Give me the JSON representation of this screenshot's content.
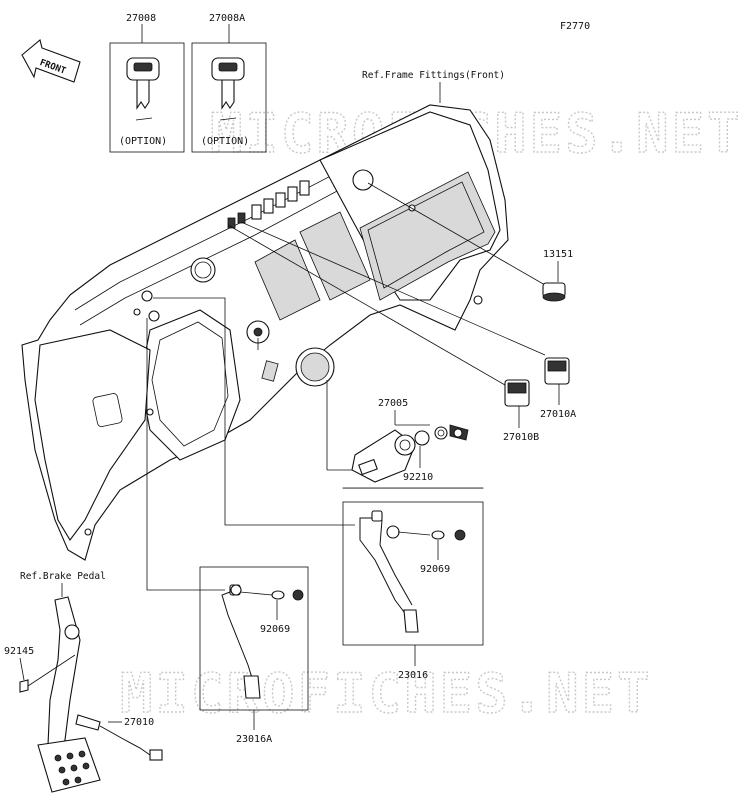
{
  "figure_code": "F2770",
  "front_label": "FRONT",
  "watermark": "MICROFICHES.NET",
  "references": {
    "frame_fittings": "Ref.Frame Fittings(Front)",
    "brake_pedal": "Ref.Brake Pedal"
  },
  "key_boxes": [
    {
      "part": "27008",
      "note": "(OPTION)"
    },
    {
      "part": "27008A",
      "note": "(OPTION)"
    }
  ],
  "callouts": {
    "p13151": "13151",
    "p27010A": "27010A",
    "p27010B": "27010B",
    "p27005": "27005",
    "p92210": "92210",
    "p92069_right": "92069",
    "p23016": "23016",
    "p92069_left": "92069",
    "p23016A": "23016A",
    "p92145": "92145",
    "p27010": "27010"
  },
  "colors": {
    "line": "#111111",
    "watermark": "#c9c9c9",
    "background": "#ffffff"
  }
}
